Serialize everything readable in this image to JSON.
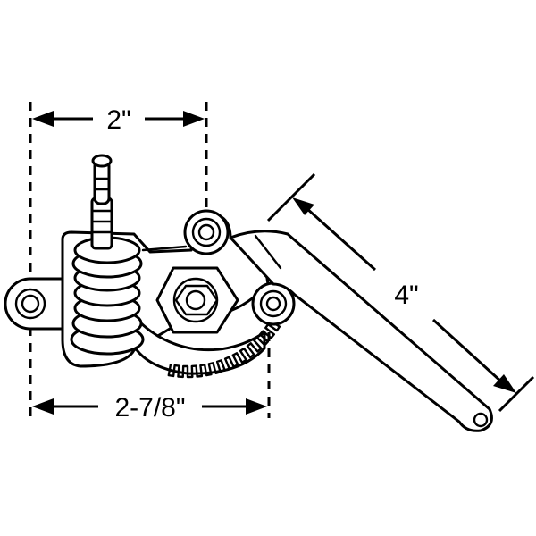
{
  "dimensions": {
    "top_width": "2\"",
    "bottom_width": "2-7/8\"",
    "arm_length": "4\""
  }
}
